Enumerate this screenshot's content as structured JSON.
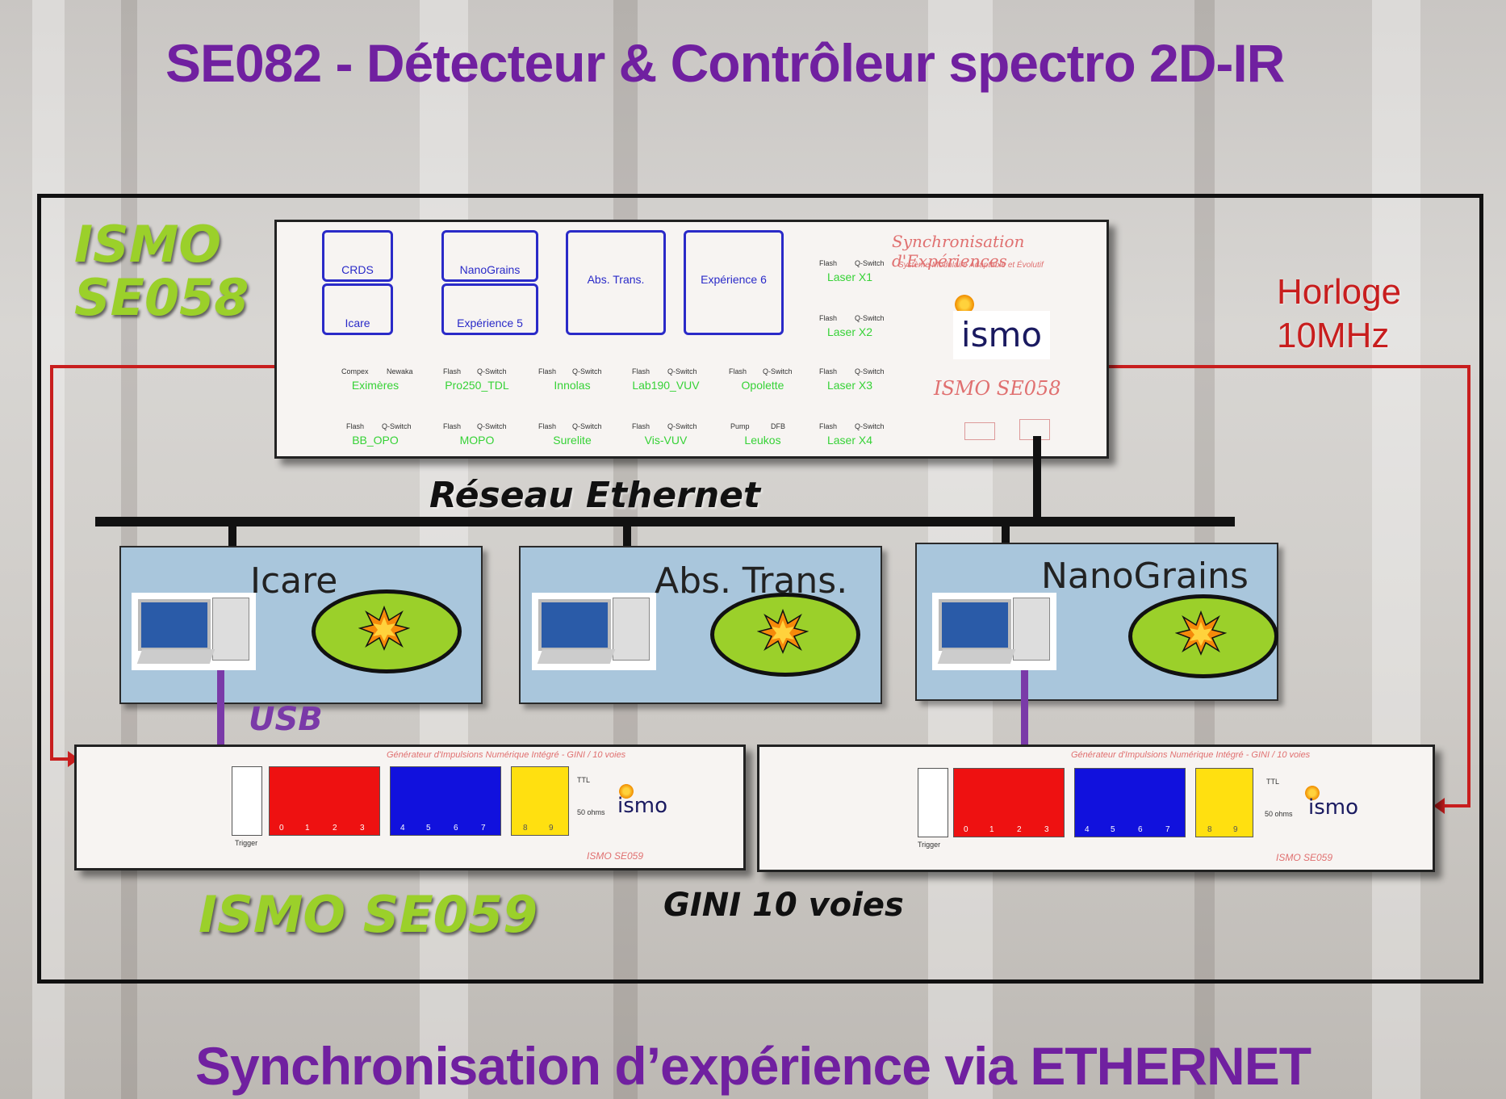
{
  "titles": {
    "top": "SE082 - Détecteur & Contrôleur spectro 2D-IR",
    "bottom": "Synchronisation d’expérience via ETHERNET"
  },
  "labels": {
    "ismo_se058_line1": "ISMO",
    "ismo_se058_line2": "SE058",
    "ismo_se059": "ISMO SE059",
    "horloge_line1": "Horloge",
    "horloge_line2": "10MHz",
    "reseau": "Réseau Ethernet",
    "usb": "USB",
    "gini": "GINI 10 voies"
  },
  "controller": {
    "header": "Synchronisation d'Expériences",
    "subheader": "Système Modulaire Adaptable et Évolutif",
    "logo": "ismo",
    "model": "ISMO SE058",
    "squares": [
      {
        "name": "CRDS"
      },
      {
        "name": "NanoGrains"
      },
      {
        "name": "Icare"
      },
      {
        "name": "Expérience 5"
      },
      {
        "name": "Abs. Trans."
      },
      {
        "name": "Expérience 6"
      }
    ],
    "lasers": [
      {
        "name": "Laser X1",
        "a": "Flash",
        "b": "Q-Switch"
      },
      {
        "name": "Laser X2",
        "a": "Flash",
        "b": "Q-Switch"
      },
      {
        "name": "Laser X3",
        "a": "Flash",
        "b": "Q-Switch"
      },
      {
        "name": "Laser X4",
        "a": "Flash",
        "b": "Q-Switch"
      }
    ],
    "row3": [
      {
        "name": "Eximères",
        "a": "Compex",
        "b": "Newaka"
      },
      {
        "name": "Pro250_TDL",
        "a": "Flash",
        "b": "Q-Switch"
      },
      {
        "name": "Innolas",
        "a": "Flash",
        "b": "Q-Switch"
      },
      {
        "name": "Lab190_VUV",
        "a": "Flash",
        "b": "Q-Switch"
      },
      {
        "name": "Opolette",
        "a": "Flash",
        "b": "Q-Switch"
      }
    ],
    "row4": [
      {
        "name": "BB_OPO",
        "a": "Flash",
        "b": "Q-Switch"
      },
      {
        "name": "MOPO",
        "a": "Flash",
        "b": "Q-Switch"
      },
      {
        "name": "Surelite",
        "a": "Flash",
        "b": "Q-Switch"
      },
      {
        "name": "Vis-VUV",
        "a": "Flash",
        "b": "Q-Switch"
      },
      {
        "name": "Leukos",
        "a": "Pump",
        "b": "DFB"
      }
    ]
  },
  "experiments": [
    {
      "name": "Icare"
    },
    {
      "name": "Abs. Trans."
    },
    {
      "name": "NanoGrains"
    }
  ],
  "gini_panel": {
    "header": "Générateur d'Impulsions Numérique Intégré - GINI / 10 voies",
    "trigger": "Trigger",
    "ttl": "TTL",
    "ohms": "50 ohms",
    "logo": "ismo",
    "model": "ISMO SE059",
    "red_ch": [
      "0",
      "1",
      "2",
      "3"
    ],
    "blue_ch": [
      "4",
      "5",
      "6",
      "7"
    ],
    "yellow_ch": [
      "8",
      "9"
    ]
  },
  "colors": {
    "title": "#7020a0",
    "green": "#9bd02a",
    "clock_red": "#c81e1e",
    "usb_purple": "#7a3aa8",
    "box_blue": "#a9c6dc"
  }
}
